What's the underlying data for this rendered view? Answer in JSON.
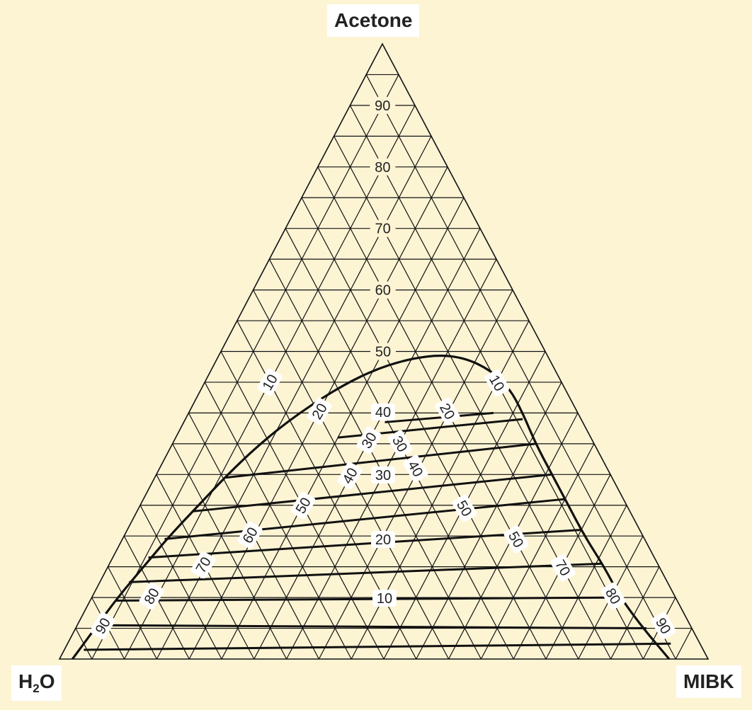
{
  "vertices": {
    "top": "Acetone",
    "left_main": "H",
    "left_sub": "2",
    "left_tail": "O",
    "right": "MIBK"
  },
  "grid": {
    "divisions": 20,
    "line_color": "#111111",
    "background": "#fdf4d4"
  },
  "acetone_scale": {
    "ticks": [
      {
        "label": "90",
        "value": 90
      },
      {
        "label": "80",
        "value": 80
      },
      {
        "label": "70",
        "value": 70
      },
      {
        "label": "60",
        "value": 60
      },
      {
        "label": "50",
        "value": 50
      }
    ]
  },
  "solubility_curve": {
    "description_points": [
      {
        "acetone": 0,
        "mibk": 2
      },
      {
        "acetone": 5,
        "mibk": 3
      },
      {
        "acetone": 10,
        "mibk": 4
      },
      {
        "acetone": 15,
        "mibk": 5.5
      },
      {
        "acetone": 20,
        "mibk": 7
      },
      {
        "acetone": 25,
        "mibk": 9
      },
      {
        "acetone": 30,
        "mibk": 11
      },
      {
        "acetone": 35,
        "mibk": 13.5
      },
      {
        "acetone": 40,
        "mibk": 17
      },
      {
        "acetone": 45,
        "mibk": 22
      },
      {
        "acetone": 48,
        "mibk": 27
      },
      {
        "acetone": 49.5,
        "mibk": 33
      },
      {
        "acetone": 49,
        "mibk": 38
      },
      {
        "acetone": 47,
        "mibk": 43
      },
      {
        "acetone": 44,
        "mibk": 47.5
      },
      {
        "acetone": 40,
        "mibk": 51.5
      },
      {
        "acetone": 35,
        "mibk": 56
      },
      {
        "acetone": 30,
        "mibk": 61
      },
      {
        "acetone": 25,
        "mibk": 66
      },
      {
        "acetone": 20,
        "mibk": 71
      },
      {
        "acetone": 15,
        "mibk": 76.5
      },
      {
        "acetone": 10,
        "mibk": 81.5
      },
      {
        "acetone": 5,
        "mibk": 87.5
      },
      {
        "acetone": 0,
        "mibk": 94
      }
    ]
  },
  "tie_lines": [
    {
      "left": {
        "acetone": 1.5,
        "mibk": 3
      },
      "right": {
        "acetone": 2.5,
        "mibk": 93
      }
    },
    {
      "left": {
        "acetone": 5.5,
        "mibk": 3
      },
      "right": {
        "acetone": 5,
        "mibk": 88
      }
    },
    {
      "left": {
        "acetone": 9.5,
        "mibk": 4
      },
      "right": {
        "acetone": 10,
        "mibk": 81.5
      }
    },
    {
      "left": {
        "acetone": 12.5,
        "mibk": 4.5
      },
      "right": {
        "acetone": 15.5,
        "mibk": 76
      }
    },
    {
      "left": {
        "acetone": 16.5,
        "mibk": 5.5
      },
      "right": {
        "acetone": 21,
        "mibk": 70
      }
    },
    {
      "left": {
        "acetone": 19.5,
        "mibk": 6.5
      },
      "right": {
        "acetone": 26,
        "mibk": 65
      }
    },
    {
      "left": {
        "acetone": 24,
        "mibk": 8.5
      },
      "right": {
        "acetone": 30,
        "mibk": 61
      }
    },
    {
      "left": {
        "acetone": 29.5,
        "mibk": 11
      },
      "right": {
        "acetone": 35,
        "mibk": 56
      }
    },
    {
      "left": {
        "acetone": 36,
        "mibk": 25
      },
      "right": {
        "acetone": 39,
        "mibk": 52
      }
    },
    {
      "left": {
        "acetone": 38.5,
        "mibk": 31
      },
      "right": {
        "acetone": 40,
        "mibk": 47
      }
    }
  ],
  "curve_labels": [
    {
      "label": "10",
      "rotation": -60
    },
    {
      "label": "20",
      "rotation": -60
    },
    {
      "label": "30",
      "rotation": -60
    },
    {
      "label": "40",
      "rotation": -60
    },
    {
      "label": "50",
      "rotation": -60
    },
    {
      "label": "60",
      "rotation": -60
    },
    {
      "label": "70",
      "rotation": -60
    },
    {
      "label": "80",
      "rotation": -60
    },
    {
      "label": "90",
      "rotation": -60
    },
    {
      "label": "10",
      "rotation": 60
    },
    {
      "label": "20",
      "rotation": 60
    },
    {
      "label": "30",
      "rotation": 60
    },
    {
      "label": "40",
      "rotation": 60
    },
    {
      "label": "50",
      "rotation": 60
    },
    {
      "label": "50",
      "rotation": 60
    },
    {
      "label": "70",
      "rotation": 60
    },
    {
      "label": "80",
      "rotation": 60
    },
    {
      "label": "90",
      "rotation": 60
    },
    {
      "label": "40",
      "rotation": 0
    },
    {
      "label": "30",
      "rotation": 0
    },
    {
      "label": "20",
      "rotation": 0
    },
    {
      "label": "10",
      "rotation": 0
    }
  ]
}
